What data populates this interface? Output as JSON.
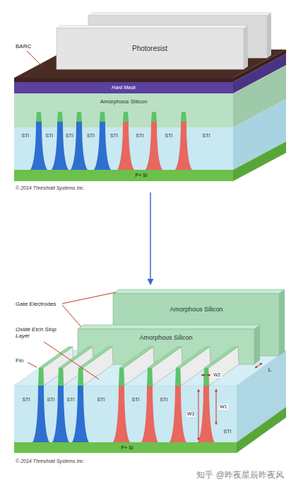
{
  "diagram": {
    "labels": [
      "BARC",
      "Photoresist",
      "Hard Mask",
      "Amorphous Silicon",
      "STI",
      "STI",
      "STI",
      "STI",
      "STI",
      "STI",
      "STI",
      "STI",
      "P+ Si",
      "© 2014 Threshold Systems Inc.",
      "Gate Electrodes",
      "Amorphous Silicon",
      "Amorphous Silicon",
      "Fin",
      "Oxide Etch Stop Layer",
      "L",
      "W2",
      "W3",
      "W1",
      "STI",
      "STI",
      "STI",
      "STI",
      "STI",
      "STI",
      "STI",
      "P+ Si",
      "© 2014 Threshold Systems Inc.",
      "知乎 @昨夜星辰昨夜风"
    ]
  }
}
